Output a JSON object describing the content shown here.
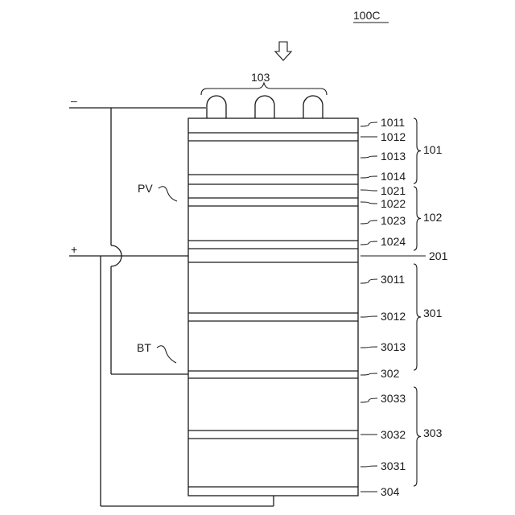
{
  "figure_id": "100C",
  "top_group": "103",
  "polarity": {
    "negative": "–",
    "positive": "+"
  },
  "regions": {
    "pv": "PV",
    "bt": "BT"
  },
  "layers": [
    {
      "label": "1011"
    },
    {
      "label": "1012"
    },
    {
      "label": "1013"
    },
    {
      "label": "1014"
    },
    {
      "label": "1021"
    },
    {
      "label": "1022"
    },
    {
      "label": "1023"
    },
    {
      "label": "1024"
    },
    {
      "label": "201"
    },
    {
      "label": "3011"
    },
    {
      "label": "3012"
    },
    {
      "label": "3013"
    },
    {
      "label": "302"
    },
    {
      "label": "3033"
    },
    {
      "label": "3032"
    },
    {
      "label": "3031"
    },
    {
      "label": "304"
    }
  ],
  "groups": [
    {
      "label": "101"
    },
    {
      "label": "102"
    },
    {
      "label": "301"
    },
    {
      "label": "303"
    }
  ]
}
